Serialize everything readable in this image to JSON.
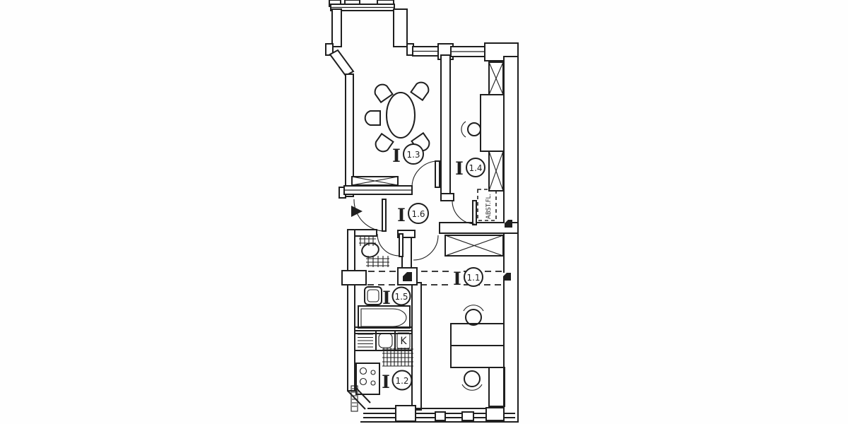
{
  "plan": {
    "type": "apartment-floor-plan",
    "background": "#ffffff",
    "ink": "#1f1f1f",
    "rooms": [
      {
        "id": "dining-room",
        "prefix": "I",
        "number": "1.3",
        "furniture": [
          "oval-table",
          "five-chairs",
          "radiator"
        ]
      },
      {
        "id": "study-room",
        "prefix": "I",
        "number": "1.4",
        "furniture": [
          "wardrobe",
          "desk",
          "chair",
          "radiator"
        ]
      },
      {
        "id": "hallway",
        "prefix": "I",
        "number": "1.6",
        "furniture": [
          "entrance-door"
        ]
      },
      {
        "id": "living-room",
        "prefix": "I",
        "number": "1.1",
        "furniture": [
          "table",
          "two-chairs",
          "cabinet",
          "radiator"
        ]
      },
      {
        "id": "bathroom",
        "prefix": "I",
        "number": "1.5",
        "furniture": [
          "washbasin",
          "bathtub"
        ]
      },
      {
        "id": "kitchen",
        "prefix": "I",
        "number": "1.2",
        "furniture": [
          "sink",
          "drainer",
          "stove",
          "appliance"
        ]
      }
    ],
    "annotations": {
      "storage": "ABST.FL.",
      "appliance": "K"
    }
  }
}
